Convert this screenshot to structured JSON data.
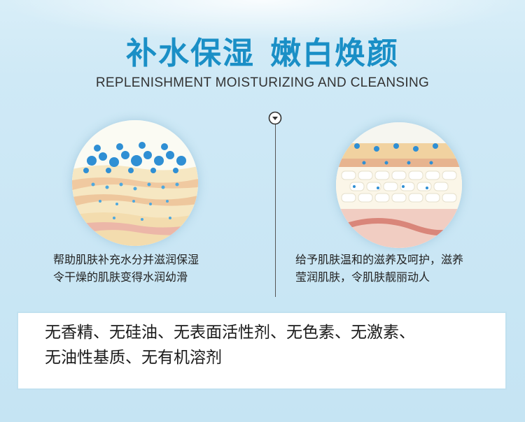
{
  "header": {
    "title_part1": "补水保湿",
    "title_part2": "嫩白焕颜",
    "subtitle": "REPLENISHMENT MOISTURIZING AND CLEANSING"
  },
  "left_panel": {
    "line1": "帮助肌肤补充水分并滋润保湿",
    "line2": "令干燥的肌肤变得水润幼滑"
  },
  "right_panel": {
    "line1": "给予肌肤温和的滋养及呵护，滋养",
    "line2": "莹润肌肤，令肌肤靓丽动人"
  },
  "free_from": {
    "line1": "无香精、无硅油、无表面活性剂、无色素、无激素、",
    "line2": "无油性基质、无有机溶剂"
  },
  "colors": {
    "title": "#1a8fc6",
    "water_bubble": "#2f8fd4",
    "skin_layer": "#f3d9a2"
  },
  "icons": {
    "divider": "chevron-down-circle-icon",
    "left_illustration": "water-bubbles-skin-layers-icon",
    "right_illustration": "skin-cell-cross-section-icon"
  }
}
